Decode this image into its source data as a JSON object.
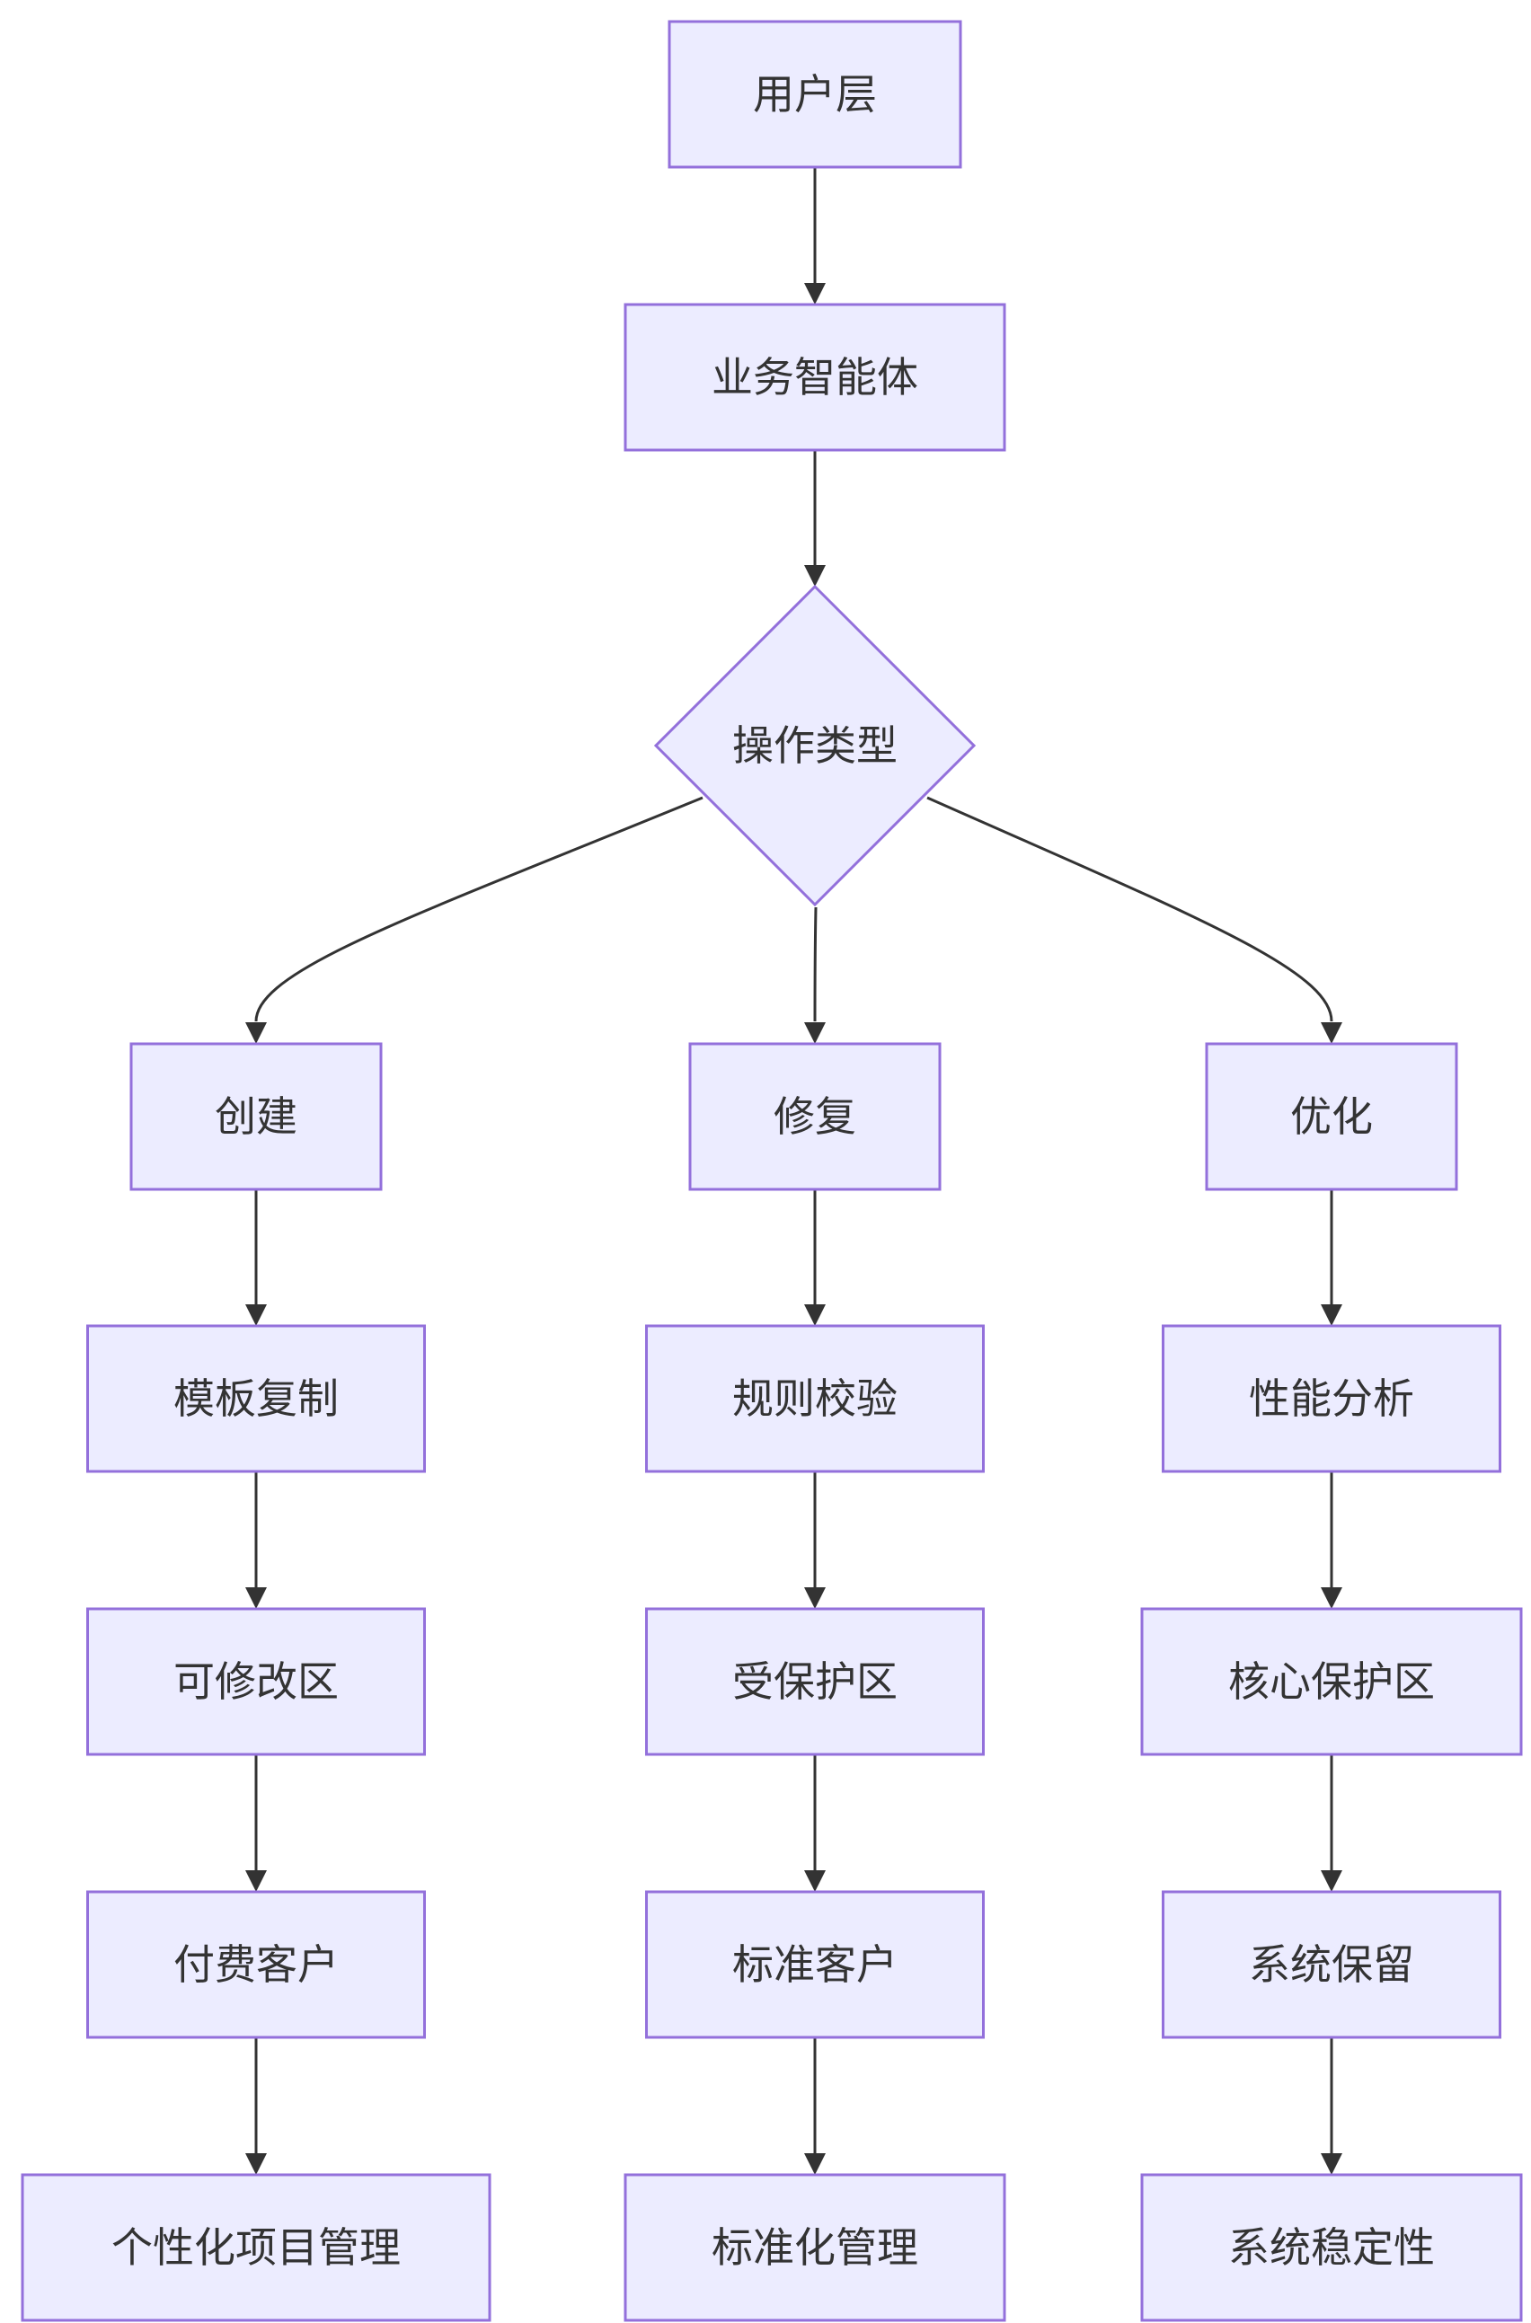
{
  "diagram": {
    "nodes": [
      {
        "id": "user_layer",
        "label": "用户层",
        "shape": "rect"
      },
      {
        "id": "biz_agent",
        "label": "业务智能体",
        "shape": "rect"
      },
      {
        "id": "op_type",
        "label": "操作类型",
        "shape": "diamond"
      },
      {
        "id": "create",
        "label": "创建",
        "shape": "rect"
      },
      {
        "id": "repair",
        "label": "修复",
        "shape": "rect"
      },
      {
        "id": "optimize",
        "label": "优化",
        "shape": "rect"
      },
      {
        "id": "template_copy",
        "label": "模板复制",
        "shape": "rect"
      },
      {
        "id": "rule_check",
        "label": "规则校验",
        "shape": "rect"
      },
      {
        "id": "perf_analysis",
        "label": "性能分析",
        "shape": "rect"
      },
      {
        "id": "modifiable_zone",
        "label": "可修改区",
        "shape": "rect"
      },
      {
        "id": "protected_zone",
        "label": "受保护区",
        "shape": "rect"
      },
      {
        "id": "core_protected_zone",
        "label": "核心保护区",
        "shape": "rect"
      },
      {
        "id": "paid_customer",
        "label": "付费客户",
        "shape": "rect"
      },
      {
        "id": "standard_customer",
        "label": "标准客户",
        "shape": "rect"
      },
      {
        "id": "system_reserved",
        "label": "系统保留",
        "shape": "rect"
      },
      {
        "id": "custom_project_mgmt",
        "label": "个性化项目管理",
        "shape": "rect"
      },
      {
        "id": "standardized_mgmt",
        "label": "标准化管理",
        "shape": "rect"
      },
      {
        "id": "system_stability",
        "label": "系统稳定性",
        "shape": "rect"
      }
    ],
    "edges": [
      {
        "from": "user_layer",
        "to": "biz_agent"
      },
      {
        "from": "biz_agent",
        "to": "op_type"
      },
      {
        "from": "op_type",
        "to": "create"
      },
      {
        "from": "op_type",
        "to": "repair"
      },
      {
        "from": "op_type",
        "to": "optimize"
      },
      {
        "from": "create",
        "to": "template_copy"
      },
      {
        "from": "template_copy",
        "to": "modifiable_zone"
      },
      {
        "from": "modifiable_zone",
        "to": "paid_customer"
      },
      {
        "from": "paid_customer",
        "to": "custom_project_mgmt"
      },
      {
        "from": "repair",
        "to": "rule_check"
      },
      {
        "from": "rule_check",
        "to": "protected_zone"
      },
      {
        "from": "protected_zone",
        "to": "standard_customer"
      },
      {
        "from": "standard_customer",
        "to": "standardized_mgmt"
      },
      {
        "from": "optimize",
        "to": "perf_analysis"
      },
      {
        "from": "perf_analysis",
        "to": "core_protected_zone"
      },
      {
        "from": "core_protected_zone",
        "to": "system_reserved"
      },
      {
        "from": "system_reserved",
        "to": "system_stability"
      }
    ],
    "colors": {
      "node_fill": "#ECECFF",
      "node_stroke": "#9370DB",
      "edge": "#333333",
      "text": "#333333"
    }
  }
}
